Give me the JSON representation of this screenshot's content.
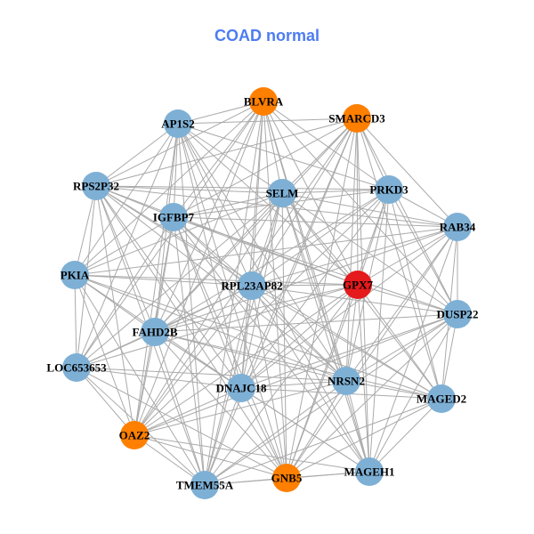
{
  "title": "COAD normal",
  "colors": {
    "title": "#4D7CF2",
    "blue": "#7EB0D5",
    "orange": "#FF7F00",
    "red": "#E41A1C",
    "edge": "#AAAAAA"
  },
  "nodes": [
    {
      "name": "BLVRA",
      "group": "orange"
    },
    {
      "name": "SMARCD3",
      "group": "orange"
    },
    {
      "name": "AP1S2",
      "group": "blue"
    },
    {
      "name": "RPS2P32",
      "group": "blue"
    },
    {
      "name": "SELM",
      "group": "blue"
    },
    {
      "name": "PRKD3",
      "group": "blue"
    },
    {
      "name": "IGFBP7",
      "group": "blue"
    },
    {
      "name": "RAB34",
      "group": "blue"
    },
    {
      "name": "PKIA",
      "group": "blue"
    },
    {
      "name": "RPL23AP82",
      "group": "blue"
    },
    {
      "name": "GPX7",
      "group": "red"
    },
    {
      "name": "DUSP22",
      "group": "blue"
    },
    {
      "name": "FAHD2B",
      "group": "blue"
    },
    {
      "name": "LOC653653",
      "group": "blue"
    },
    {
      "name": "DNAJC18",
      "group": "blue"
    },
    {
      "name": "NRSN2",
      "group": "blue"
    },
    {
      "name": "MAGED2",
      "group": "blue"
    },
    {
      "name": "OAZ2",
      "group": "orange"
    },
    {
      "name": "TMEM55A",
      "group": "blue"
    },
    {
      "name": "GNB5",
      "group": "orange"
    },
    {
      "name": "MAGEH1",
      "group": "blue"
    }
  ],
  "edges": [
    [
      2,
      3,
      4,
      5,
      6,
      8,
      9,
      10,
      11,
      12,
      13,
      14,
      15,
      17,
      18,
      19,
      20
    ],
    [
      2,
      3,
      4,
      5,
      6,
      7,
      9,
      10,
      11,
      12,
      14,
      15,
      16,
      17,
      18,
      19,
      20
    ],
    [
      3,
      4,
      5,
      6,
      8,
      9,
      10,
      12,
      13,
      14,
      15,
      17,
      18,
      19,
      20
    ],
    [
      4,
      5,
      6,
      7,
      8,
      9,
      10,
      12,
      13,
      14,
      15,
      16,
      17,
      18,
      19
    ],
    [
      5,
      6,
      7,
      8,
      9,
      10,
      11,
      12,
      13,
      14,
      15,
      16,
      17,
      18,
      19,
      20
    ],
    [
      6,
      7,
      9,
      10,
      11,
      12,
      14,
      15,
      16,
      17,
      19,
      20
    ],
    [
      7,
      8,
      9,
      10,
      11,
      12,
      13,
      14,
      15,
      17,
      18,
      19,
      20
    ],
    [
      8,
      9,
      10,
      11,
      12,
      14,
      15,
      16,
      19,
      20
    ],
    [
      9,
      10,
      12,
      13,
      14,
      15,
      16,
      17,
      18
    ],
    [
      10,
      11,
      12,
      13,
      14,
      15,
      16,
      17,
      18,
      19,
      20
    ],
    [
      11,
      12,
      13,
      14,
      15,
      16,
      17,
      18,
      19,
      20
    ],
    [
      12,
      14,
      15,
      16,
      17,
      18,
      19,
      20
    ],
    [
      13,
      14,
      15,
      16,
      17,
      18,
      19,
      20
    ],
    [
      14,
      15,
      17,
      18,
      19
    ],
    [
      15,
      16,
      17,
      18,
      19,
      20
    ],
    [
      16,
      17,
      18,
      19,
      20
    ],
    [
      18,
      19,
      20
    ],
    [
      18,
      19,
      20
    ],
    [
      19,
      20
    ],
    [
      20
    ],
    []
  ]
}
